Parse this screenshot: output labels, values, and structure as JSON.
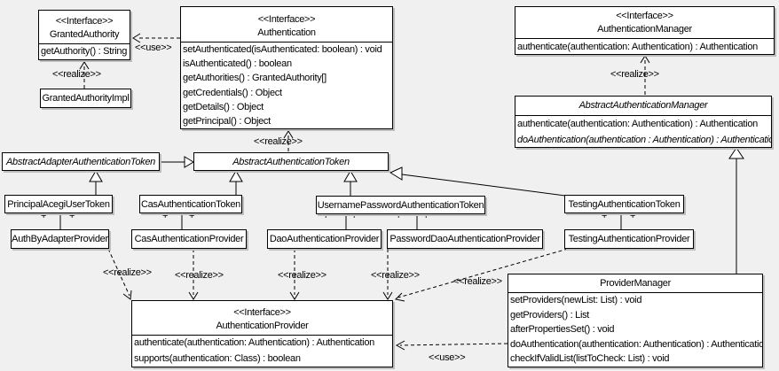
{
  "diagram": {
    "labels": {
      "use": "<<use>>",
      "realize": "<<realize>>",
      "plus": "+"
    },
    "classes": {
      "granted_authority": {
        "stereotype": "<<Interface>>",
        "name": "GrantedAuthority",
        "methods": [
          "getAuthority() : String"
        ]
      },
      "granted_authority_impl": {
        "name": "GrantedAuthorityImpl"
      },
      "authentication": {
        "stereotype": "<<Interface>>",
        "name": "Authentication",
        "methods": [
          "setAuthenticated(isAuthenticated: boolean) : void",
          "isAuthenticated() : boolean",
          "getAuthorities() : GrantedAuthority[]",
          "getCredentials() : Object",
          "getDetails() : Object",
          "getPrincipal() : Object"
        ]
      },
      "authentication_manager": {
        "stereotype": "<<Interface>>",
        "name": "AuthenticationManager",
        "methods": [
          "authenticate(authentication: Authentication) : Authentication"
        ]
      },
      "abstract_authentication_manager": {
        "name": "AbstractAuthenticationManager",
        "methods": [
          "authenticate(authentication: Authentication) : Authentication",
          "doAuthentication(authentication : Authentication) : Authentication"
        ]
      },
      "abstract_adapter_authentication_token": {
        "name": "AbstractAdapterAuthenticationToken"
      },
      "abstract_authentication_token": {
        "name": "AbstractAuthenticationToken"
      },
      "principal_acegi_user_token": {
        "name": "PrincipalAcegiUserToken"
      },
      "cas_authentication_token": {
        "name": "CasAuthenticationToken"
      },
      "username_password_authentication_token": {
        "name": "UsernamePasswordAuthenticationToken"
      },
      "testing_authentication_token": {
        "name": "TestingAuthenticationToken"
      },
      "auth_by_adapter_provider": {
        "name": "AuthByAdapterProvider"
      },
      "cas_authentication_provider": {
        "name": "CasAuthenticationProvider"
      },
      "dao_authentication_provider": {
        "name": "DaoAuthenticationProvider"
      },
      "password_dao_authentication_provider": {
        "name": "PasswordDaoAuthenticationProvider"
      },
      "testing_authentication_provider": {
        "name": "TestingAuthenticationProvider"
      },
      "authentication_provider": {
        "stereotype": "<<Interface>>",
        "name": "AuthenticationProvider",
        "methods": [
          "authenticate(authentication: Authentication) : Authentication",
          "supports(authentication: Class) : boolean"
        ]
      },
      "provider_manager": {
        "name": "ProviderManager",
        "methods": [
          "setProviders(newList: List) : void",
          "getProviders() : List",
          "afterPropertiesSet() : void",
          "doAuthentication(authentication: Authentication) : Authentication",
          "checkIfValidList(listToCheck: List) : void"
        ]
      }
    }
  }
}
